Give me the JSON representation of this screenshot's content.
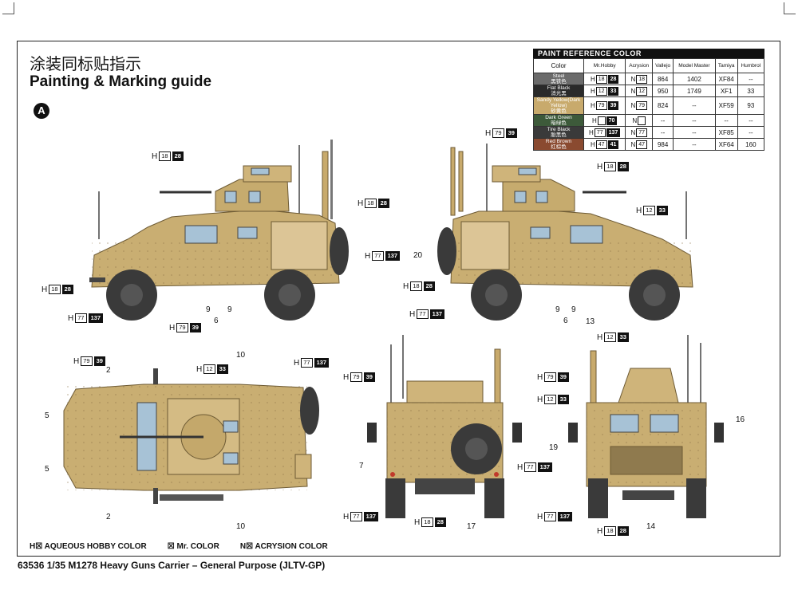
{
  "page": {
    "title_cn": "涂装同标贴指示",
    "title_en": "Painting & Marking guide",
    "badge": "A",
    "footer": "63536 1/35 M1278 Heavy Guns Carrier – General Purpose (JLTV-GP)"
  },
  "legend": {
    "hobby": "H☒ AQUEOUS HOBBY COLOR",
    "mr": "☒ Mr. COLOR",
    "acry": "N☒ ACRYSION COLOR"
  },
  "reference": {
    "heading": "PAINT  REFERENCE COLOR",
    "columns": [
      "Color",
      "Mr.Hobby",
      "Acrysion",
      "Vallejo",
      "Model Master",
      "Tamiya",
      "Humbrol"
    ],
    "rows": [
      {
        "name": "Steel",
        "name_cn": "黑铁色",
        "swatch": "#6b6b6b",
        "h": "18",
        "hb": "28",
        "n": "18",
        "vallejo": "864",
        "mm": "1402",
        "tamiya": "XF84",
        "humbrol": "--"
      },
      {
        "name": "Flat Black",
        "name_cn": "消光黑",
        "swatch": "#2a2a2a",
        "h": "12",
        "hb": "33",
        "n": "12",
        "vallejo": "950",
        "mm": "1749",
        "tamiya": "XF1",
        "humbrol": "33"
      },
      {
        "name": "Sandy Yellow(Dark Yellow)",
        "name_cn": "砂黄色",
        "swatch": "#c8aa6c",
        "h": "79",
        "hb": "39",
        "n": "79",
        "vallejo": "824",
        "mm": "--",
        "tamiya": "XF59",
        "humbrol": "93"
      },
      {
        "name": "Dark Green",
        "name_cn": "暗绿色",
        "swatch": "#3d5a3a",
        "h": "",
        "hb": "70",
        "n": "",
        "vallejo": "--",
        "mm": "--",
        "tamiya": "--",
        "humbrol": "--"
      },
      {
        "name": "Tire Black",
        "name_cn": "胎黑色",
        "swatch": "#3a3a3a",
        "h": "77",
        "hb": "137",
        "n": "77",
        "vallejo": "--",
        "mm": "--",
        "tamiya": "XF85",
        "humbrol": "--"
      },
      {
        "name": "Red Brown",
        "name_cn": "红棕色",
        "swatch": "#8a4a30",
        "h": "47",
        "hb": "41",
        "n": "47",
        "vallejo": "984",
        "mm": "--",
        "tamiya": "XF64",
        "humbrol": "160"
      }
    ]
  },
  "callouts": {
    "h18_28": {
      "h": "H",
      "n1": "18",
      "n2": "28"
    },
    "h12_33": {
      "h": "H",
      "n1": "12",
      "n2": "33"
    },
    "h79_39": {
      "h": "H",
      "n1": "79",
      "n2": "39"
    },
    "h77_137": {
      "h": "H",
      "n1": "77",
      "n2": "137"
    },
    "nums": {
      "n2": "2",
      "n5": "5",
      "n6": "6",
      "n7": "7",
      "n9": "9",
      "n10": "10",
      "n13": "13",
      "n14": "14",
      "n16": "16",
      "n17": "17",
      "n19": "19",
      "n20": "20"
    }
  }
}
